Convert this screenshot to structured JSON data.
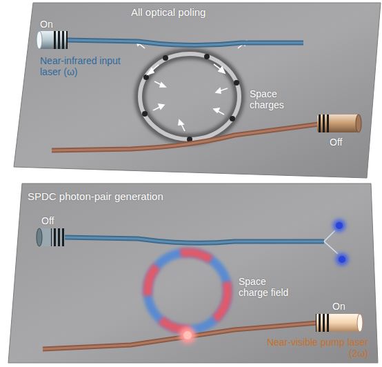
{
  "diagram": {
    "labels": [
      "All optical poling",
      "On",
      "Near-infrared input laser (ω)",
      "Space charges",
      "Off",
      "SPDC photon-pair generation",
      "Off",
      "Space charge field",
      "On",
      "Near-visible pump laser (2ω)"
    ]
  }
}
